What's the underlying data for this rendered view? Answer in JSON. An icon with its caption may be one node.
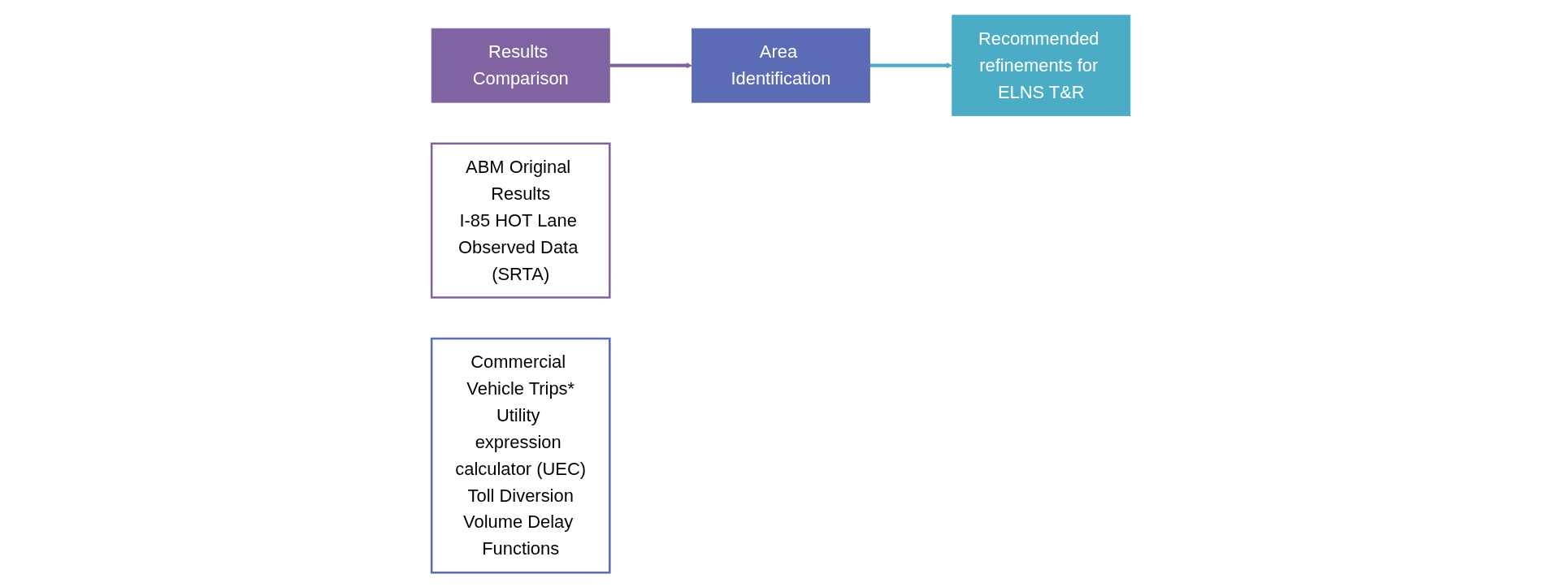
{
  "diagram": {
    "nodes": [
      {
        "text": [
          "Results Comparison"
        ]
      },
      {
        "text": [
          "ABM Original Results",
          "I-85 HOT Lane Observed Data (SRTA)"
        ]
      },
      {
        "text": [
          "Area Identification"
        ]
      },
      {
        "text": [
          "Commercial Vehicle Trips*",
          "Utility expression calculator (UEC)",
          "Toll Diversion",
          "Volume Delay Functions"
        ]
      },
      {
        "text": [
          "Recommended refinements for ELNS T&R"
        ]
      }
    ],
    "edges": [
      {
        "from": 0,
        "to": 2,
        "arrow": "to",
        "color": "#8064a2"
      },
      {
        "from": 2,
        "to": 4,
        "arrow": "to",
        "color": "#4bacc6"
      }
    ]
  }
}
